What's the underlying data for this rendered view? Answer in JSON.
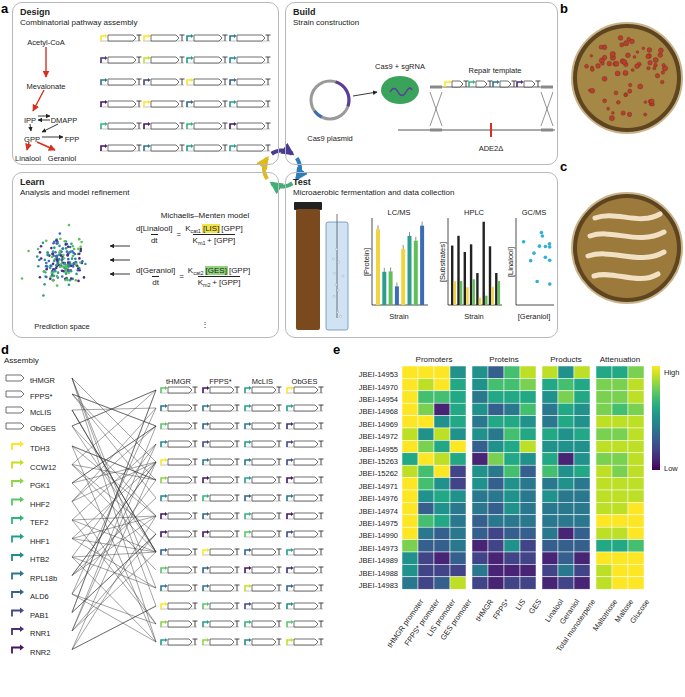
{
  "diagram": {
    "nodes": [
      {
        "text": [
          "Design",
          "Combinatorial pathway assembly"
        ]
      },
      {
        "text": [
          "Build",
          "Strain construction"
        ]
      },
      {
        "text": [
          "Learn",
          "Analysis and model refinement"
        ]
      },
      {
        "text": [
          "Test",
          "Microaerobic fermentation and data collection"
        ]
      }
    ],
    "edges": [
      {
        "from": 0,
        "to": 1,
        "arrow": "to"
      },
      {
        "from": 1,
        "to": 3,
        "arrow": "to"
      },
      {
        "from": 3,
        "to": 2,
        "arrow": "to"
      },
      {
        "from": 2,
        "to": 0,
        "arrow": "to"
      }
    ],
    "labels": [
      "a",
      "b",
      "c",
      "d",
      "e",
      "Acetyl-CoA",
      "Mevalonate",
      "IPP",
      "DMAPP",
      "GPP",
      "FPP",
      "Linalool",
      "Geraniol",
      "Cas9 + sgRNA",
      "Cas9 plasmid",
      "Repair template",
      "ADE2Δ",
      "Prediction space",
      "Michaelis–Menten model",
      "d[Linalool]",
      "dt",
      "=",
      "K",
      "cat1",
      "[LIS]",
      "[GPP]",
      "K",
      "m1",
      "+ [GPP]",
      "d[Geraniol]",
      "dt",
      "=",
      "K",
      "cat2",
      "[GES]",
      "[GPP]",
      "K",
      "m2",
      "+ [GPP]",
      "⋮",
      "LC/MS",
      "[Protein]",
      "Strain",
      "HPLC",
      "[Substrates]",
      "Strain",
      "GC/MS",
      "[Linalool]",
      "[Geraniol]",
      "Assembly",
      "tHMGR",
      "FPPS*",
      "McLIS",
      "ObGES",
      "TDH3",
      "CCW12",
      "PGK1",
      "HHF2",
      "TEF2",
      "HHF1",
      "HTB2",
      "RPL18b",
      "ALD6",
      "PAB1",
      "RNR1",
      "RNR2",
      "tHMGR",
      "FPPS*",
      "McLIS",
      "ObGES",
      "Promoters",
      "Proteins",
      "Products",
      "Attenuation",
      "JBEI-14953",
      "JBEI-14970",
      "JBEI-14954",
      "JBEI-14968",
      "JBEI-14969",
      "JBEI-14972",
      "JBEI-14955",
      "JBEI-15263",
      "JBEI-15262",
      "JBEI-14971",
      "JBEI-14976",
      "JBEI-14974",
      "JBEI-14975",
      "JBEI-14990",
      "JBEI-14973",
      "JBEI-14989",
      "JBEI-14988",
      "JBEI-14983",
      "tHMGR promoter",
      "FPPS* promoter",
      "LIS promoter",
      "GES promoter",
      "tHMGR",
      "FPPS*",
      "LIS",
      "GES",
      "Linalool",
      "Geraniol",
      "Total monoterpene",
      "Maltotriose",
      "Maltose",
      "Glucose",
      "High",
      "Low"
    ]
  }
}
